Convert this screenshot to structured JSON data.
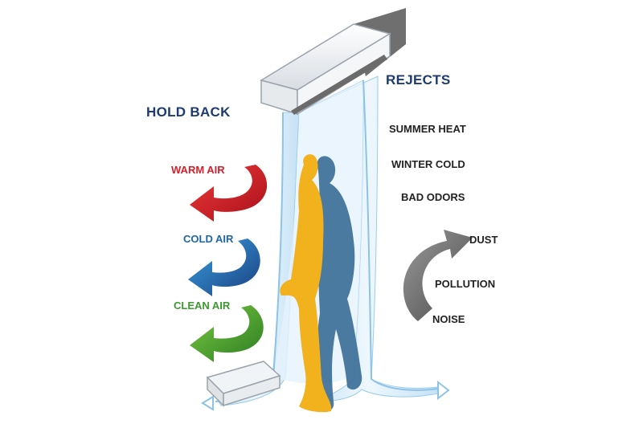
{
  "labels": {
    "hold_back": "HOLD BACK",
    "rejects": "REJECTS",
    "warm_air": "WARM AIR",
    "cold_air": "COLD AIR",
    "clean_air": "CLEAN AIR",
    "summer_heat": "SUMMER HEAT",
    "winter_cold": "WINTER COLD",
    "bad_odors": "BAD ODORS",
    "dust": "DUST",
    "pollution": "POLLUTION",
    "noise": "NOISE"
  },
  "colors": {
    "warm": "#d61f2c",
    "cold": "#1f66a8",
    "clean": "#3a9a2e",
    "reject_arrow": "#6e6e6e",
    "heading": "#1f3b6e",
    "person_front": "#f2b21e",
    "person_back": "#3d6f99",
    "air_stream": "#d9ecf8"
  },
  "icons": {
    "air_curtain_unit": "air-curtain-unit-icon",
    "person": "walking-person-icon",
    "floor_vent": "floor-vent-icon"
  }
}
